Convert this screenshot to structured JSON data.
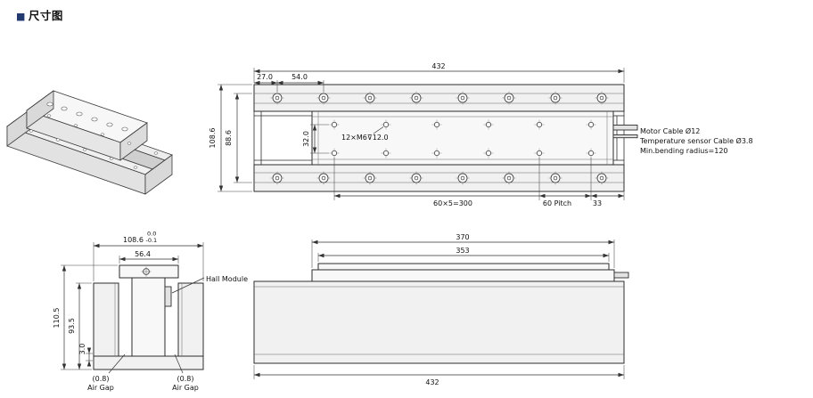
{
  "header": {
    "bullet": "■",
    "title": "尺寸图"
  },
  "colors": {
    "bullet": "#223a70",
    "line": "#2d2d2d",
    "fill_light": "#f1f1f1"
  },
  "top_view": {
    "dim_overall_length": "432",
    "dim_hole_offset": "27.0",
    "dim_hole_pitch": "54.0",
    "dim_overall_width": "108.6",
    "dim_inner_width": "88.6",
    "dim_hole_rows": "32.0",
    "label_tapped_holes": "12×M6⊽12.0",
    "dim_mount_pitch_total": "60×5=300",
    "dim_pitch": "60 Pitch",
    "dim_end_offset": "33",
    "note_motor_cable": "Motor Cable Ø12",
    "note_temp_cable": "Temperature sensor Cable Ø3.8",
    "note_bend_radius": "Min.bending radius=120"
  },
  "section_view": {
    "dim_width_value": "108.6",
    "dim_width_tol_upper": "0.0",
    "dim_width_tol_lower": "-0.1",
    "dim_plate_width": "56.4",
    "dim_total_height": "110.5",
    "dim_wall_height": "93.5",
    "dim_base_gap": "3.0",
    "label_hall_module": "Hall Module",
    "air_gap_value": "(0.8)",
    "air_gap_label": "Air Gap"
  },
  "side_view": {
    "dim_forcer_length": "370",
    "dim_plate_length": "353",
    "dim_track_length": "432"
  }
}
